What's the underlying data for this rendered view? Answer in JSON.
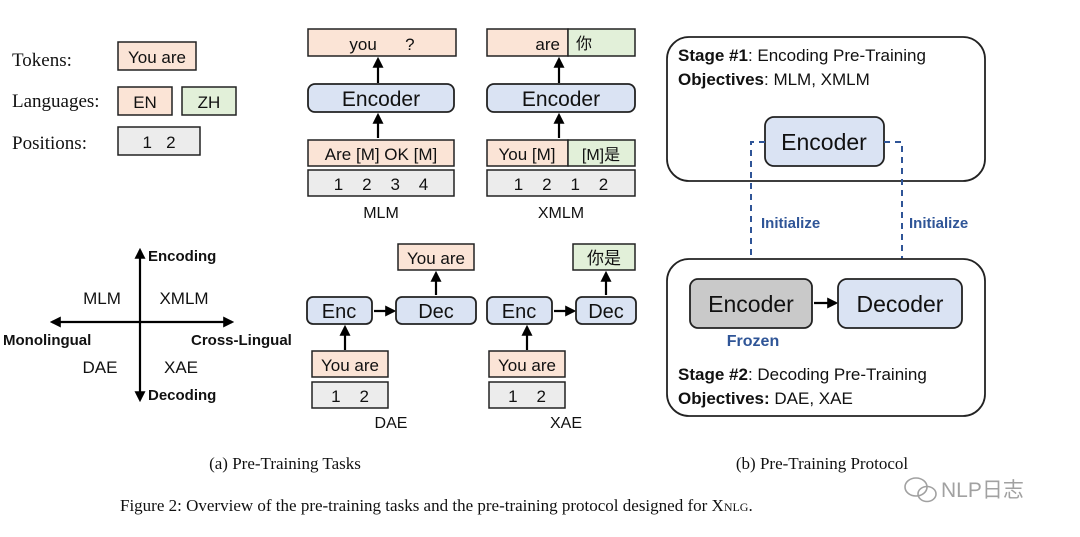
{
  "legend": {
    "tokens_label": "Tokens:",
    "tokens_value": "You are",
    "languages_label": "Languages:",
    "lang_en": "EN",
    "lang_zh": "ZH",
    "positions_label": "Positions:",
    "positions_value": "1   2"
  },
  "quadrant": {
    "top": "Encoding",
    "bottom": "Decoding",
    "left": "Monolingual",
    "right": "Cross-Lingual",
    "top_left": "MLM",
    "top_right": "XMLM",
    "bottom_left": "DAE",
    "bottom_right": "XAE"
  },
  "mlm": {
    "output": "you      ?",
    "encoder": "Encoder",
    "input": "Are [M] OK [M]",
    "positions": "1    2    3    4",
    "caption": "MLM"
  },
  "xmlm": {
    "output_en": "are",
    "output_zh": "你",
    "encoder": "Encoder",
    "input_en": "You [M]",
    "input_zh": "[M]是",
    "positions": "1    2    1    2",
    "caption": "XMLM"
  },
  "dae": {
    "output": "You are",
    "enc": "Enc",
    "dec": "Dec",
    "input": "You are",
    "positions": "1    2",
    "caption": "DAE"
  },
  "xae": {
    "output": "你是",
    "enc": "Enc",
    "dec": "Dec",
    "input": "You are",
    "positions": "1    2",
    "caption": "XAE"
  },
  "protocol": {
    "stage1_title_bold": "Stage #1",
    "stage1_title_rest": ": Encoding Pre-Training",
    "stage1_obj_bold": "Objectives",
    "stage1_obj_rest": ": MLM, XMLM",
    "stage1_encoder": "Encoder",
    "initialize_left": "Initialize",
    "initialize_right": "Initialize",
    "stage2_encoder": "Encoder",
    "frozen": "Frozen",
    "stage2_decoder": "Decoder",
    "stage2_title_bold": "Stage #2",
    "stage2_title_rest": ": Decoding Pre-Training",
    "stage2_obj_bold": "Objectives:",
    "stage2_obj_rest": " DAE, XAE"
  },
  "captions": {
    "sub_a": "(a) Pre-Training Tasks",
    "sub_b": "(b) Pre-Training Protocol",
    "figure_prefix": "Figure 2: Overview of the pre-training tasks and the pre-training protocol designed for ",
    "figure_x": "X",
    "figure_nlg": "NLG",
    "figure_end": "."
  },
  "watermark": "NLP日志",
  "colors": {
    "token_fill": "#fbe4d6",
    "zh_fill": "#e2f0d9",
    "position_fill": "#ececec",
    "encoder_fill": "#dae3f3",
    "frozen_fill": "#c9c9c9",
    "accent_blue": "#2f5597"
  }
}
